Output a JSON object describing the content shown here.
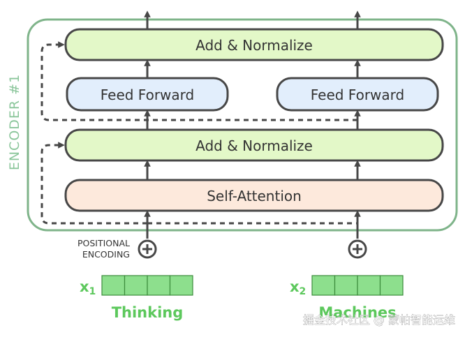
{
  "encoder": {
    "label": "ENCODER #1"
  },
  "blocks": {
    "add_norm_top": "Add & Normalize",
    "feed_forward_left": "Feed Forward",
    "feed_forward_right": "Feed Forward",
    "add_norm_bottom": "Add & Normalize",
    "self_attention": "Self-Attention"
  },
  "positional_encoding": {
    "line1": "POSITIONAL",
    "line2": "ENCODING"
  },
  "inputs": [
    {
      "symbol": "x",
      "subscript": "1",
      "word": "Thinking",
      "cells": 4
    },
    {
      "symbol": "x",
      "subscript": "2",
      "word": "Machines",
      "cells": 4
    }
  ],
  "watermark": "掘金技术社区 @ 蒙帕智能运维",
  "colors": {
    "encoder_border": "#7fb48a",
    "encoder_label": "#8bc69b",
    "add_norm_fill": "#e3f8c8",
    "feed_forward_fill": "#e2eefc",
    "self_attention_fill": "#fde9dc",
    "box_stroke": "#474747",
    "vector_cell_fill": "#8ddf8d",
    "vector_cell_stroke": "#3c8c3c",
    "input_text": "#5cc85c",
    "arrow": "#474747"
  }
}
